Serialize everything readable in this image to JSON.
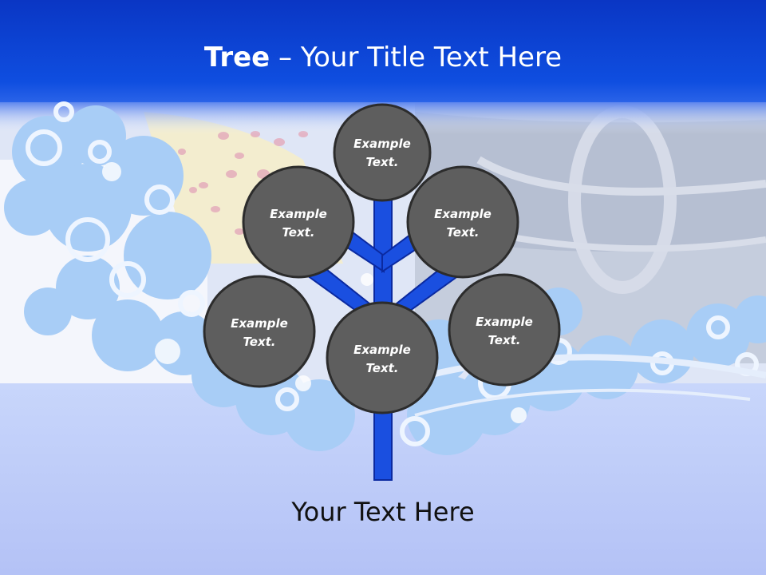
{
  "slide": {
    "title_bold": "Tree",
    "title_rest": " – Your Title Text Here",
    "footer": "Your Text Here"
  },
  "nodes": [
    {
      "id": "top",
      "line1": "Example",
      "line2": "Text."
    },
    {
      "id": "upper-left",
      "line1": "Example",
      "line2": "Text."
    },
    {
      "id": "upper-right",
      "line1": "Example",
      "line2": "Text."
    },
    {
      "id": "lower-left",
      "line1": "Example",
      "line2": "Text."
    },
    {
      "id": "center",
      "line1": "Example",
      "line2": "Text."
    },
    {
      "id": "lower-right",
      "line1": "Example",
      "line2": "Text."
    }
  ],
  "colors": {
    "header": "#0a3fd0",
    "trunk": "#1a4fe0",
    "trunk_outline": "#0b2aa0",
    "node_fill": "#5e5e5e",
    "node_outline": "#2c2c2c"
  }
}
